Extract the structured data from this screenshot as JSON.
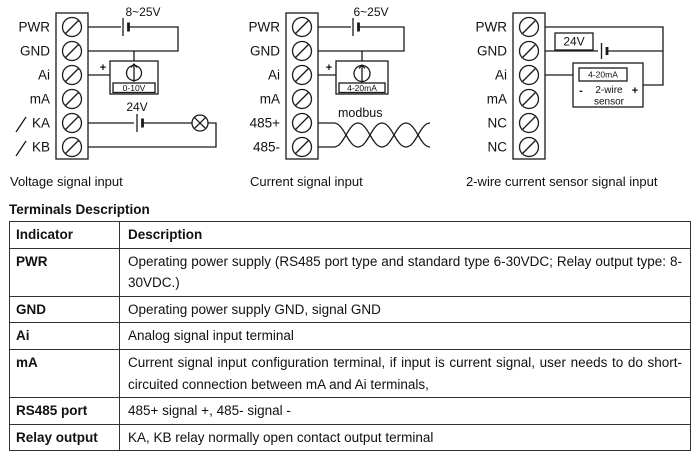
{
  "diagrams": [
    {
      "caption": "Voltage signal input",
      "terminals": [
        "PWR",
        "GND",
        "Ai",
        "mA",
        "KA",
        "KB"
      ],
      "supply_label": "8~25V",
      "source_label": "0-10V",
      "relay_supply_label": "24V",
      "plus": "+"
    },
    {
      "caption": "Current signal input",
      "terminals": [
        "PWR",
        "GND",
        "Ai",
        "mA",
        "485+",
        "485-"
      ],
      "supply_label": "6~25V",
      "source_label": "4-20mA",
      "bus_label": "modbus",
      "plus": "+"
    },
    {
      "caption": "2-wire current sensor signal input",
      "terminals": [
        "PWR",
        "GND",
        "Ai",
        "mA",
        "NC",
        "NC"
      ],
      "supply_label": "24V",
      "sensor_lines": [
        "4-20mA",
        "2-wire",
        "sensor"
      ],
      "plus": "+",
      "minus": "-"
    }
  ],
  "table": {
    "heading": "Terminals Description",
    "columns": [
      "Indicator",
      "Description"
    ],
    "rows": [
      {
        "indicator": "PWR",
        "description": "Operating power supply (RS485 port type and standard type 6-30VDC; Relay output type: 8-30VDC.)"
      },
      {
        "indicator": "GND",
        "description": "Operating power supply GND, signal GND"
      },
      {
        "indicator": "Ai",
        "description": "Analog signal input terminal"
      },
      {
        "indicator": "mA",
        "description": "Current signal input configuration terminal, if input is current signal, user needs to do short-circuited connection between mA and Ai terminals,"
      },
      {
        "indicator": "RS485 port",
        "description": "485+ signal +, 485- signal -"
      },
      {
        "indicator": "Relay output",
        "description": "KA, KB relay normally open contact output terminal"
      }
    ]
  }
}
